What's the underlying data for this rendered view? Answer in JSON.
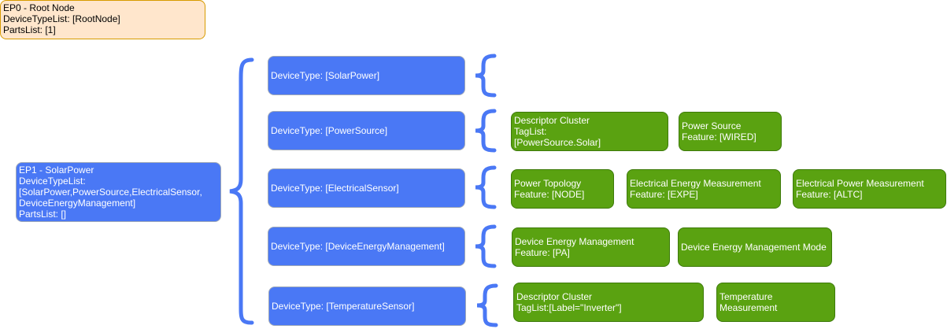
{
  "root_node": {
    "lines": [
      "EP0 - Root Node",
      "DeviceTypeList: [RootNode]",
      "PartsList: [1]"
    ]
  },
  "ep1": {
    "lines": [
      "EP1 - SolarPower",
      "DeviceTypeList:",
      "[SolarPower,PowerSource,ElectricalSensor,",
      "DeviceEnergyManagement]",
      "PartsList: []"
    ]
  },
  "device_types": [
    {
      "label": "DeviceType: [SolarPower]"
    },
    {
      "label": "DeviceType: [PowerSource]"
    },
    {
      "label": "DeviceType: [ElectricalSensor]"
    },
    {
      "label": "DeviceType: [DeviceEnergyManagement]"
    },
    {
      "label": "DeviceType: [TemperatureSensor]"
    }
  ],
  "clusters": {
    "power_source": [
      {
        "lines": [
          "Descriptor Cluster",
          "TagList:",
          "[PowerSource.Solar]"
        ]
      },
      {
        "lines": [
          "Power Source",
          "Feature: [WIRED]"
        ]
      }
    ],
    "electrical_sensor": [
      {
        "lines": [
          "Power Topology",
          "Feature: [NODE]"
        ]
      },
      {
        "lines": [
          "Electrical Energy Measurement",
          "Feature: [EXPE]"
        ]
      },
      {
        "lines": [
          "Electrical Power Measurement",
          "Feature: [ALTC]"
        ]
      }
    ],
    "device_energy_management": [
      {
        "lines": [
          "Device Energy Management",
          "Feature: [PA]"
        ]
      },
      {
        "lines": [
          "Device Energy Management Mode"
        ]
      }
    ],
    "temperature_sensor": [
      {
        "lines": [
          "Descriptor Cluster",
          "TagList:[Label=\"Inverter\"]"
        ]
      },
      {
        "lines": [
          "Temperature Measurement"
        ]
      }
    ]
  },
  "colors": {
    "root_fill": "#ffe6cc",
    "root_stroke": "#d79b00",
    "device_fill": "#4a78f5",
    "cluster_fill": "#5aa211",
    "brace": "#4a78f5"
  }
}
